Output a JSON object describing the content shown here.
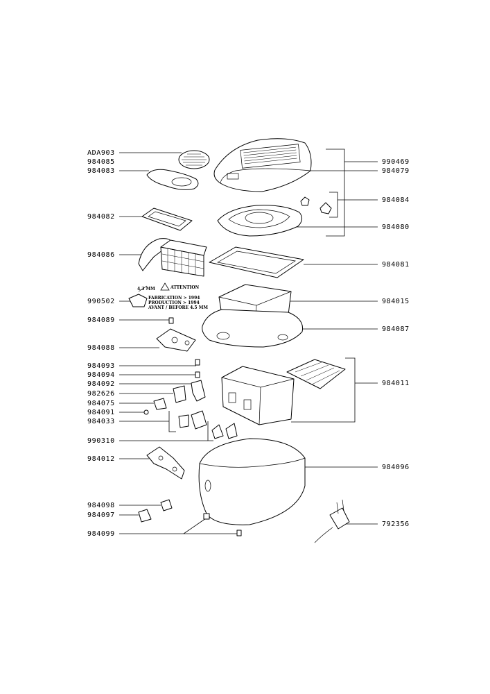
{
  "left_labels": [
    "ADA903",
    "984085",
    "984083",
    "984082",
    "984086",
    "990502",
    "984089",
    "984088",
    "984093",
    "984094",
    "984092",
    "982626",
    "984075",
    "984091",
    "984033",
    "990310",
    "984012",
    "984098",
    "984097",
    "984099"
  ],
  "right_labels": [
    "990469",
    "984079",
    "984084",
    "984080",
    "984081",
    "984015",
    "984087",
    "984011",
    "984096",
    "792356"
  ],
  "note": {
    "size": "4.3 MM",
    "warning": "ATTENTION",
    "line1": "FABRICATION > 1994",
    "line2": "PRODUCTION > 1994",
    "line3": "AVANT / BEFORE 4.5 MM"
  }
}
